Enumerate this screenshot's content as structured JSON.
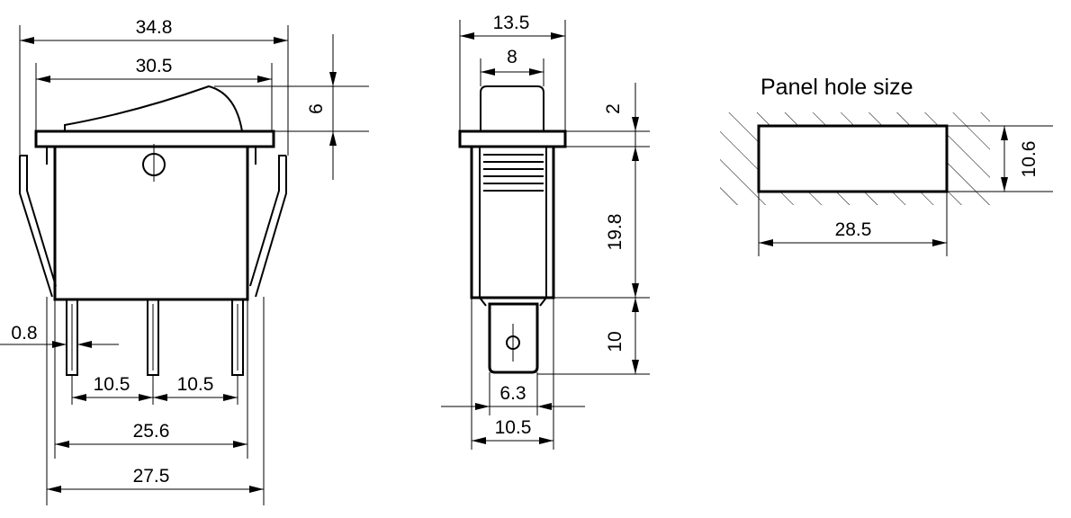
{
  "drawing": {
    "front": {
      "overall_width": "34.8",
      "flange_width": "30.5",
      "rocker_height": "6",
      "pin_thickness": "0.8",
      "pin_pitch_left": "10.5",
      "pin_pitch_right": "10.5",
      "body_width": "25.6",
      "clip_width": "27.5"
    },
    "side": {
      "overall_depth": "13.5",
      "rocker_depth": "8",
      "flange_thickness": "2",
      "body_height": "19.8",
      "terminal_length": "10",
      "terminal_width": "6.3",
      "body_depth": "10.5"
    },
    "panel": {
      "title": "Panel hole size",
      "hole_height": "10.6",
      "hole_width": "28.5"
    }
  }
}
